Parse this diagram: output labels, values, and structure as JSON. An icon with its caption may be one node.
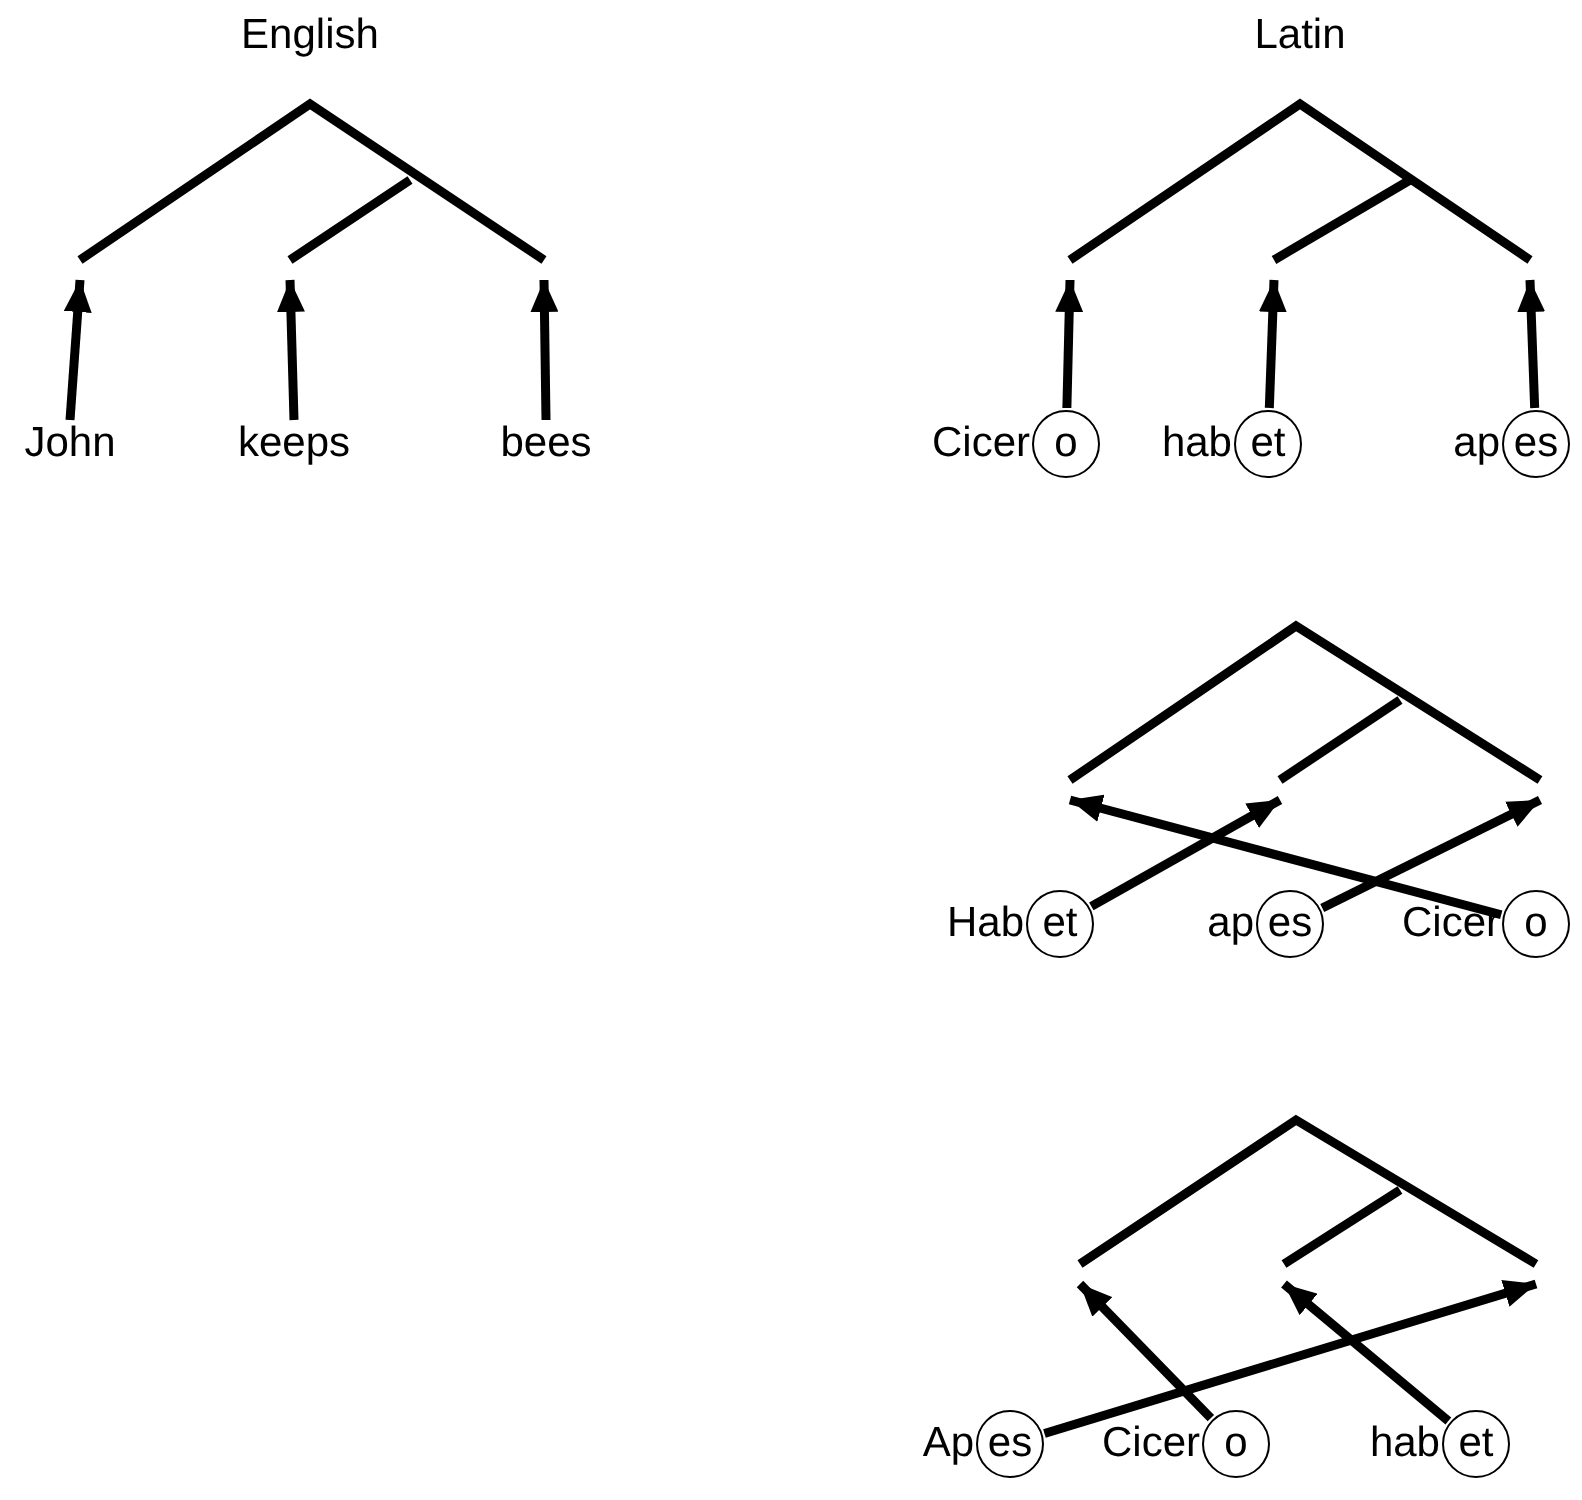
{
  "diagram": {
    "nodes": [
      {
        "text": [],
        "shape": "tree"
      },
      {
        "text": [],
        "shape": "tree"
      },
      {
        "text": [
          "John"
        ]
      },
      {
        "text": [
          "keeps"
        ]
      },
      {
        "text": [
          "bees"
        ]
      },
      {
        "text": [
          "o"
        ],
        "beside": [
          "Cicer"
        ]
      },
      {
        "text": [
          "et"
        ],
        "beside": [
          "hab"
        ]
      },
      {
        "text": [
          "es"
        ],
        "beside": [
          "ap"
        ]
      },
      {
        "text": [],
        "shape": "tree"
      },
      {
        "text": [
          "et"
        ],
        "beside": [
          "Hab"
        ]
      },
      {
        "text": [
          "es"
        ],
        "beside": [
          "ap"
        ]
      },
      {
        "text": [
          "o"
        ],
        "beside": [
          "Cicer"
        ]
      },
      {
        "text": [],
        "shape": "tree"
      },
      {
        "text": [
          "es"
        ],
        "beside": [
          "Ap"
        ]
      },
      {
        "text": [
          "o"
        ],
        "beside": [
          "Cicer"
        ]
      },
      {
        "text": [
          "et"
        ],
        "beside": [
          "hab"
        ]
      }
    ],
    "edges": [
      {
        "from": 2,
        "to": 0,
        "arrow": "to"
      },
      {
        "from": 3,
        "to": 0,
        "arrow": "to"
      },
      {
        "from": 4,
        "to": 0,
        "arrow": "to"
      },
      {
        "from": 5,
        "to": 1,
        "arrow": "to"
      },
      {
        "from": 6,
        "to": 1,
        "arrow": "to"
      },
      {
        "from": 7,
        "to": 1,
        "arrow": "to"
      },
      {
        "from": 9,
        "to": 8,
        "arrow": "to"
      },
      {
        "from": 10,
        "to": 8,
        "arrow": "to"
      },
      {
        "from": 11,
        "to": 8,
        "arrow": "to"
      },
      {
        "from": 13,
        "to": 12,
        "arrow": "to"
      },
      {
        "from": 14,
        "to": 12,
        "arrow": "to"
      },
      {
        "from": 15,
        "to": 12,
        "arrow": "to"
      }
    ],
    "labels": [
      "English",
      "Latin"
    ]
  }
}
